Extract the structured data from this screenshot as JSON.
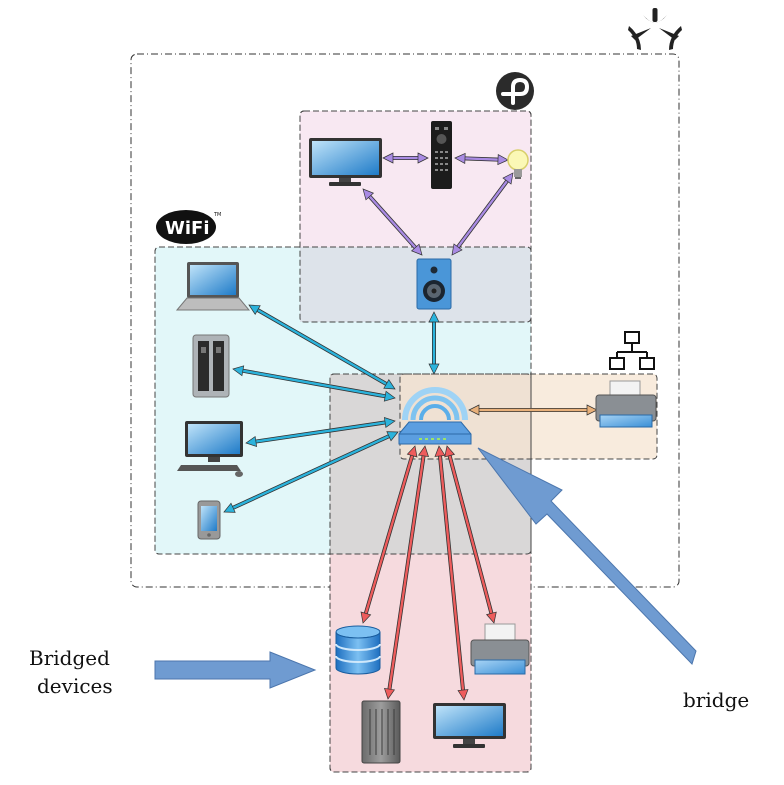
{
  "labels": {
    "bridged_line1": "Bridged",
    "bridged_line2": "devices",
    "bridge": "bridge",
    "wifi_logo_text": "WiFi"
  },
  "colors": {
    "outer_border": "#333333",
    "thread_zone": "#f7e6f0",
    "wifi_zone": "#d9f5f7",
    "ethernet_zone": "#f8e6d4",
    "bridge_zone": "#f5d8dc",
    "hub_overlap": "#d0d0d0",
    "purple_link": "#a98be3",
    "cyan_link": "#2bb3dc",
    "orange_link": "#e8b07a",
    "red_link": "#ee5c5c",
    "big_arrow": "#6f9bd1"
  },
  "icons": {
    "matter": "matter-logo-icon",
    "thread": "thread-logo-icon",
    "wifi": "wifi-logo-icon",
    "ethernet": "ethernet-network-icon"
  }
}
